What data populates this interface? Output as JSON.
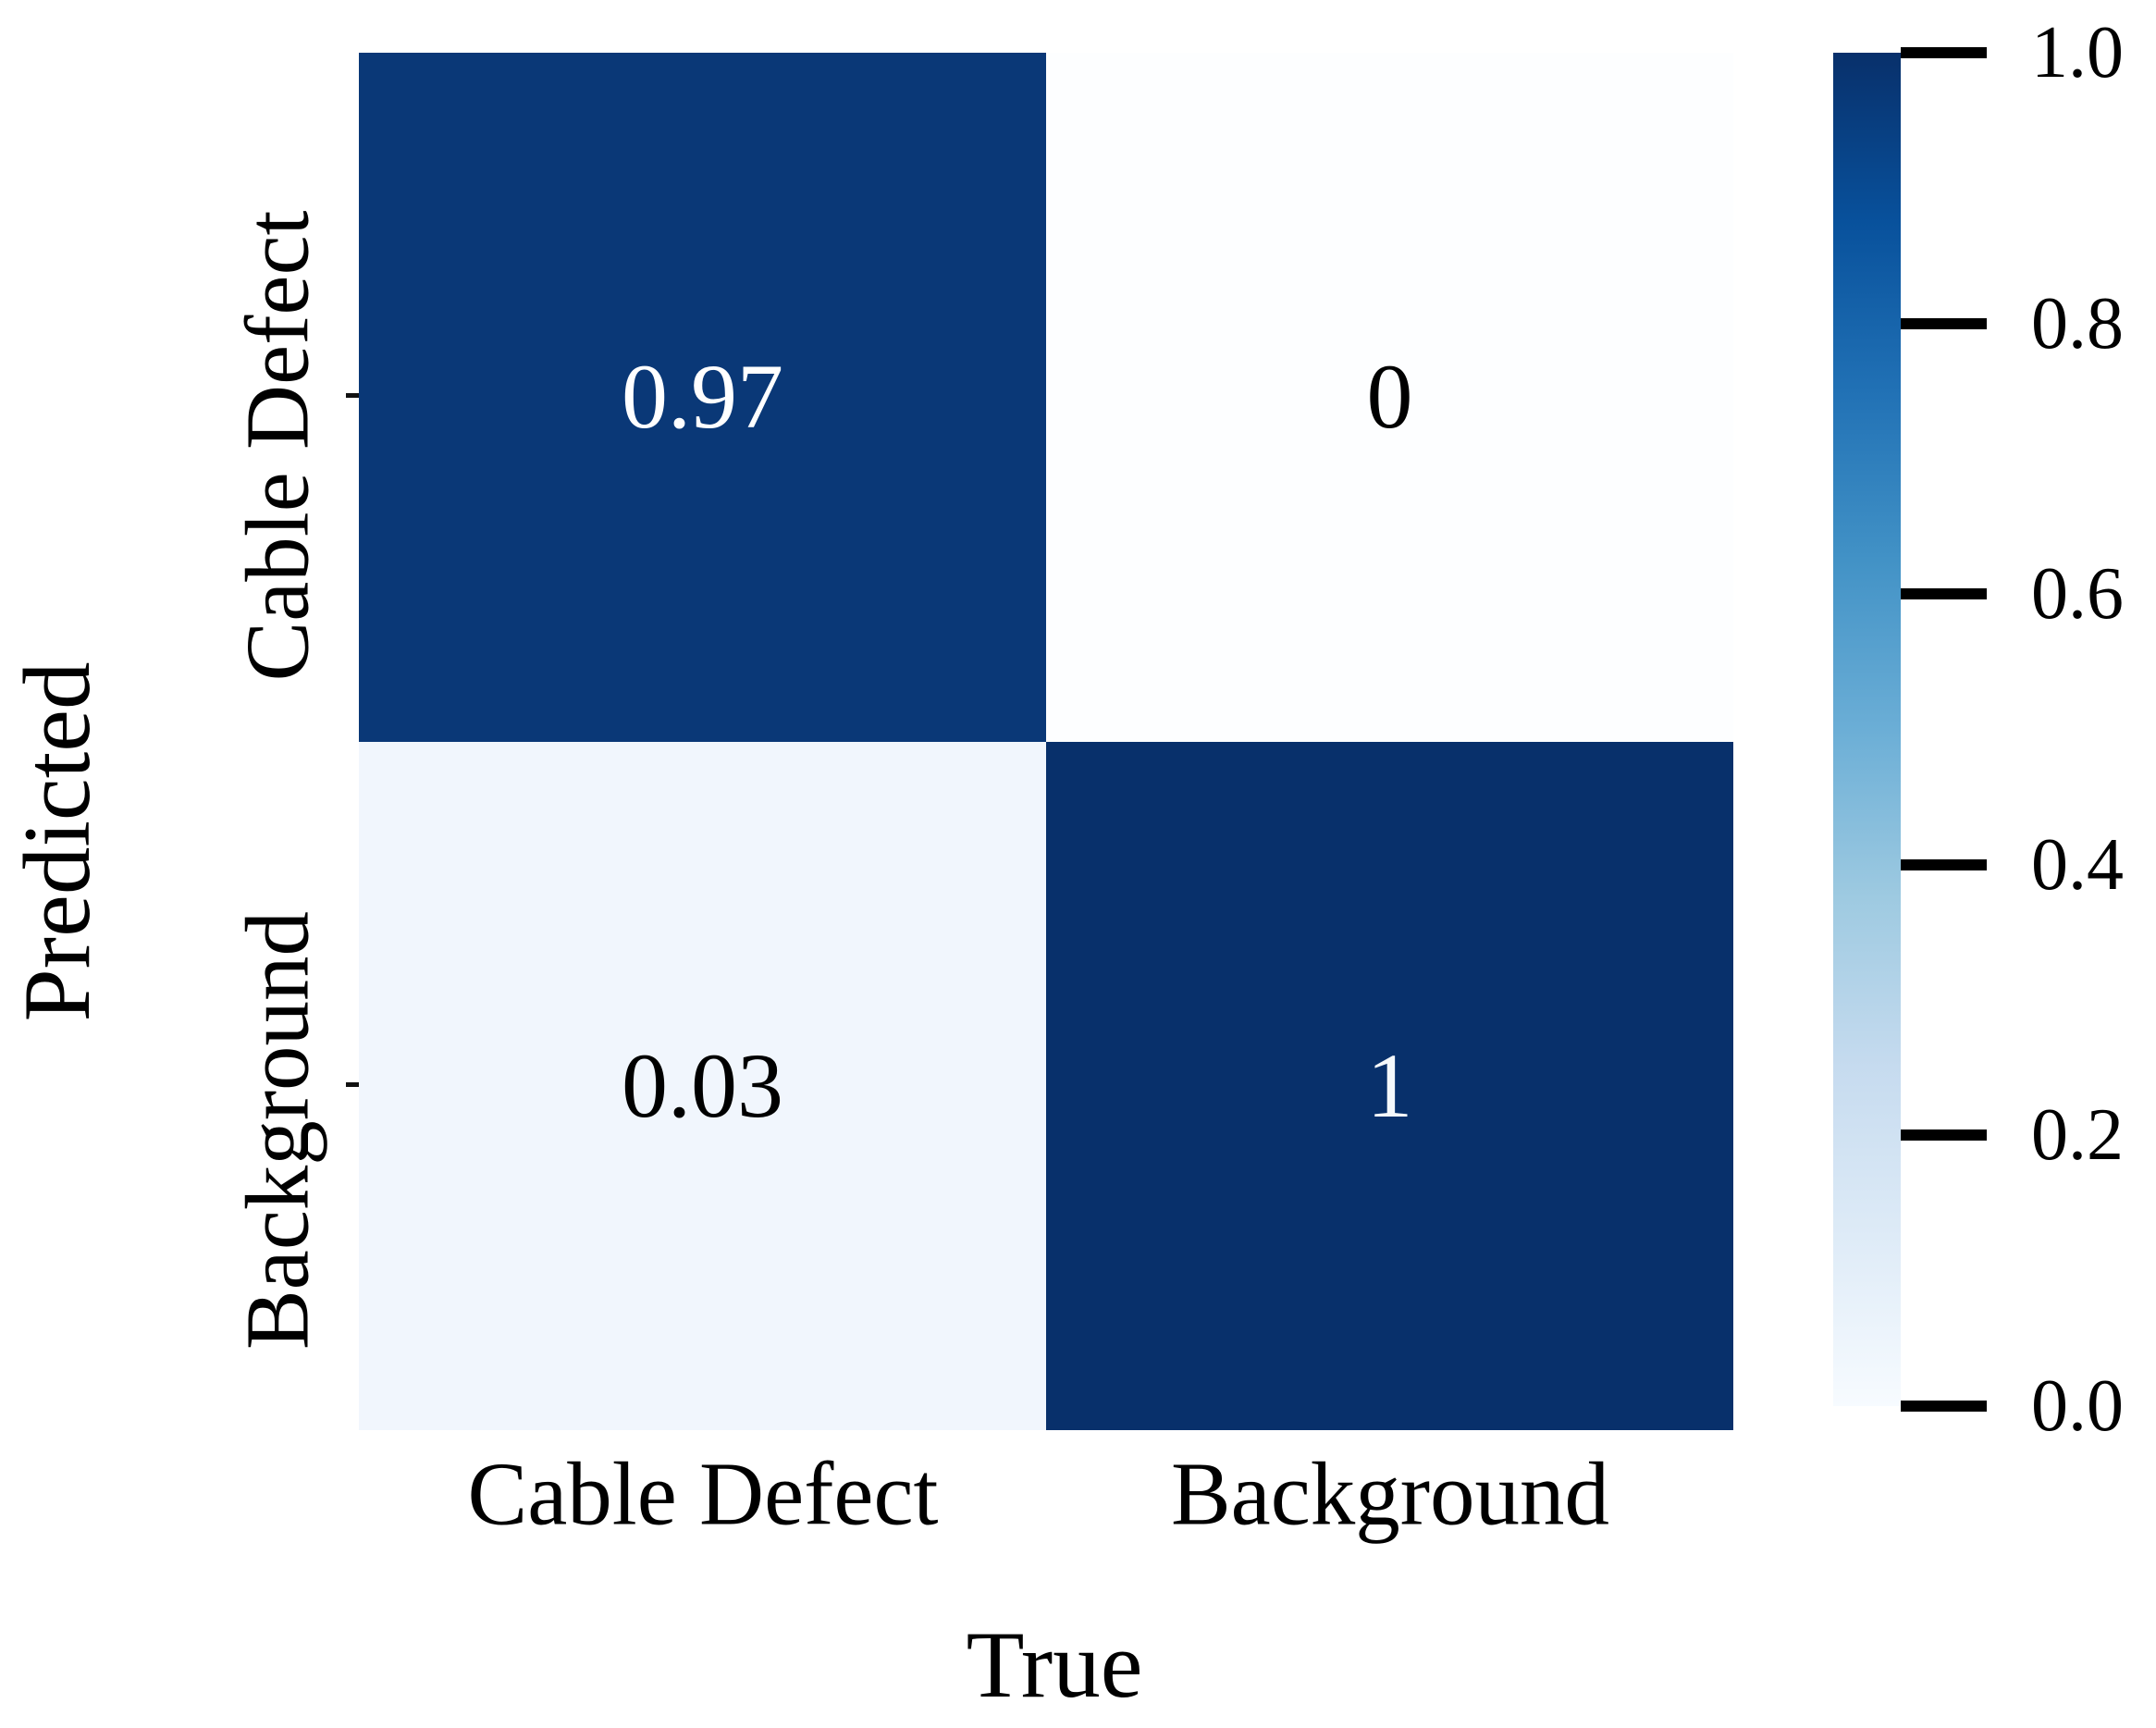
{
  "chart_data": {
    "type": "heatmap",
    "xlabel": "True",
    "ylabel": "Predicted",
    "x_categories": [
      "Cable Defect",
      "Background"
    ],
    "y_categories": [
      "Cable Defect",
      "Background"
    ],
    "matrix": [
      [
        0.97,
        0
      ],
      [
        0.03,
        1
      ]
    ],
    "cells": [
      [
        {
          "label": "0.97",
          "bg": "#0a3877",
          "fg": "#ffffff"
        },
        {
          "label": "0",
          "bg": "#fdfeff",
          "fg": "#000000"
        }
      ],
      [
        {
          "label": "0.03",
          "bg": "#f1f6fd",
          "fg": "#000000"
        },
        {
          "label": "1",
          "bg": "#08306b",
          "fg": "#f5f8fb"
        }
      ]
    ],
    "value_range": [
      0.0,
      1.0
    ],
    "grid": false,
    "colorbar": {
      "position": "right",
      "colormap_name": "Blues",
      "gradient_stops": [
        "#f7fbff",
        "#deebf7",
        "#c6dbef",
        "#9ecae1",
        "#6baed6",
        "#4292c6",
        "#2171b5",
        "#08519c",
        "#08306b"
      ],
      "ticks": [
        "1.0",
        "0.8",
        "0.6",
        "0.4",
        "0.2",
        "0.0"
      ]
    }
  }
}
